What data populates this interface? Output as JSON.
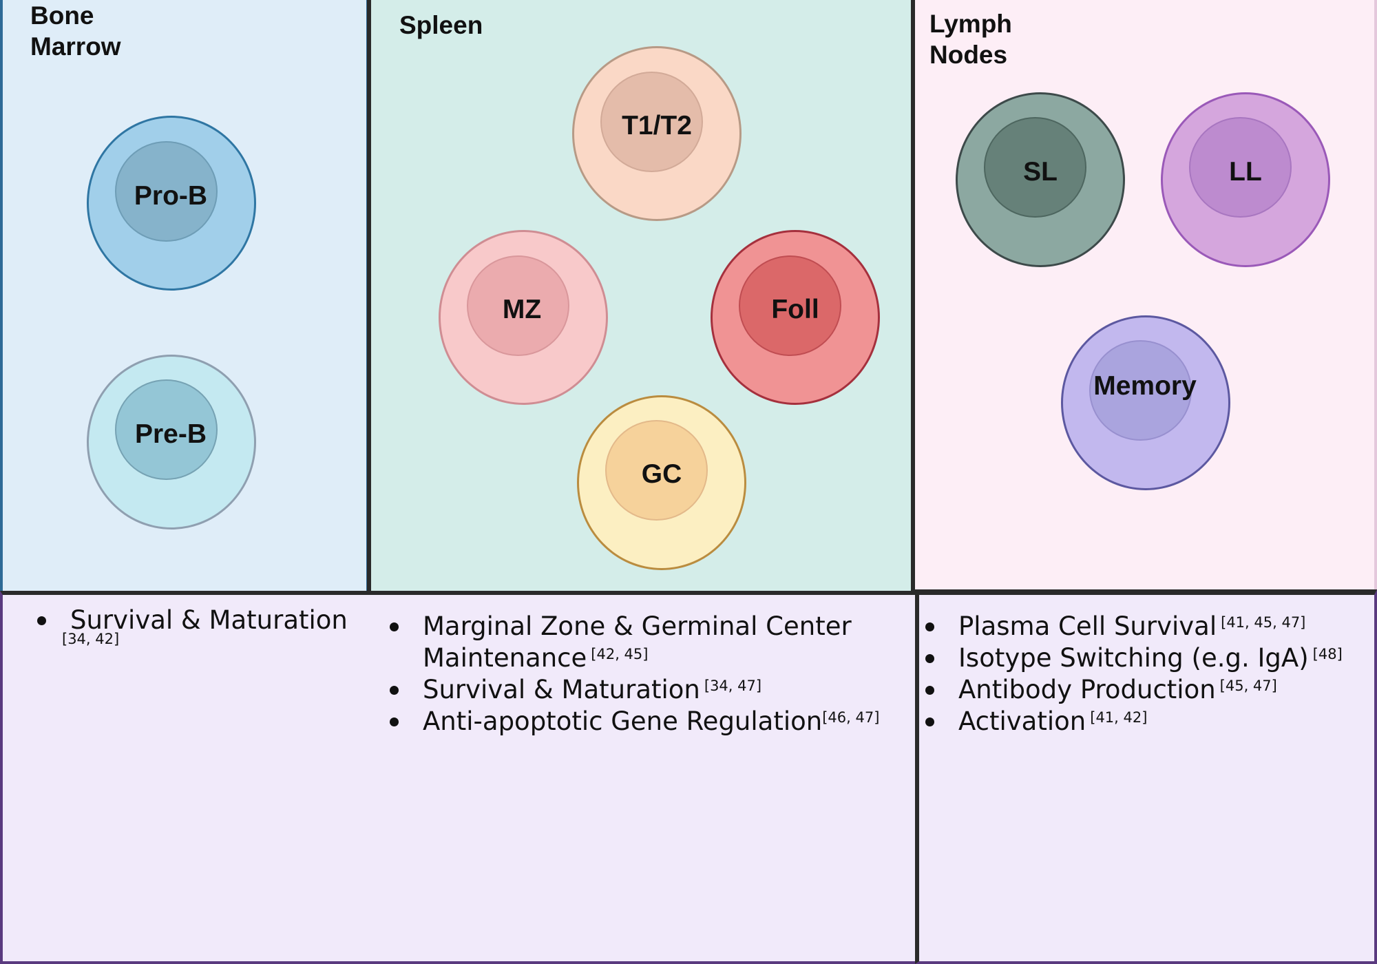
{
  "panels": {
    "bone_marrow": {
      "title": "Bone\nMarrow",
      "bg": "#dfedf8",
      "border": "#2e6a97",
      "cells": [
        {
          "label": "Pro-B",
          "fill": "#a1cfea",
          "stroke": "#2f76a3",
          "nucleus": "#86b3cb"
        },
        {
          "label": "Pre-B",
          "fill": "#c4e9f1",
          "stroke": "#8f9fb0",
          "nucleus": "#94c6d6"
        }
      ]
    },
    "spleen": {
      "title": "Spleen",
      "bg": "#d4ede9",
      "border": "#2a2a2a",
      "cells": [
        {
          "label": "T1/T2",
          "fill": "#fad8c6",
          "stroke": "#b79a86",
          "nucleus": "#e4bcaa"
        },
        {
          "label": "MZ",
          "fill": "#f8c9ca",
          "stroke": "#cf8d93",
          "nucleus": "#ebabae"
        },
        {
          "label": "Foll",
          "fill": "#f09394",
          "stroke": "#a5303d",
          "nucleus": "#db6869"
        },
        {
          "label": "GC",
          "fill": "#fcefc2",
          "stroke": "#ba8c3f",
          "nucleus": "#f6d29b"
        }
      ]
    },
    "lymph_nodes": {
      "title": "Lymph\nNodes",
      "bg": "#fdeef6",
      "border": "#2a2a2a",
      "cells": [
        {
          "label": "SL",
          "fill": "#8ca8a1",
          "stroke": "#3d4a4a",
          "nucleus": "#668179"
        },
        {
          "label": "LL",
          "fill": "#d5a6dd",
          "stroke": "#9a59b8",
          "nucleus": "#bd8bcf"
        },
        {
          "label": "Memory",
          "fill": "#c2b8ee",
          "stroke": "#5c58a0",
          "nucleus": "#aaa4de"
        }
      ]
    }
  },
  "functions": {
    "bg": "#f1eafa",
    "bone_marrow": [
      {
        "text": "Survival & Maturation",
        "refs": "[34, 42]"
      }
    ],
    "spleen": [
      {
        "text": "Marginal Zone & Germinal Center",
        "text2": "Maintenance",
        "refs": "[42, 45]"
      },
      {
        "text": "Survival & Maturation",
        "refs": "[34, 47]"
      },
      {
        "text": "Anti-apoptotic Gene Regulation",
        "refs": "[46, 47]"
      }
    ],
    "lymph_nodes": [
      {
        "text": "Plasma Cell Survival",
        "refs": "[41, 45, 47]"
      },
      {
        "text": "Isotype Switching (e.g. IgA)",
        "refs": "[48]"
      },
      {
        "text": "Antibody Production",
        "refs": "[45, 47]"
      },
      {
        "text": "Activation",
        "refs": "[41, 42]"
      }
    ]
  }
}
